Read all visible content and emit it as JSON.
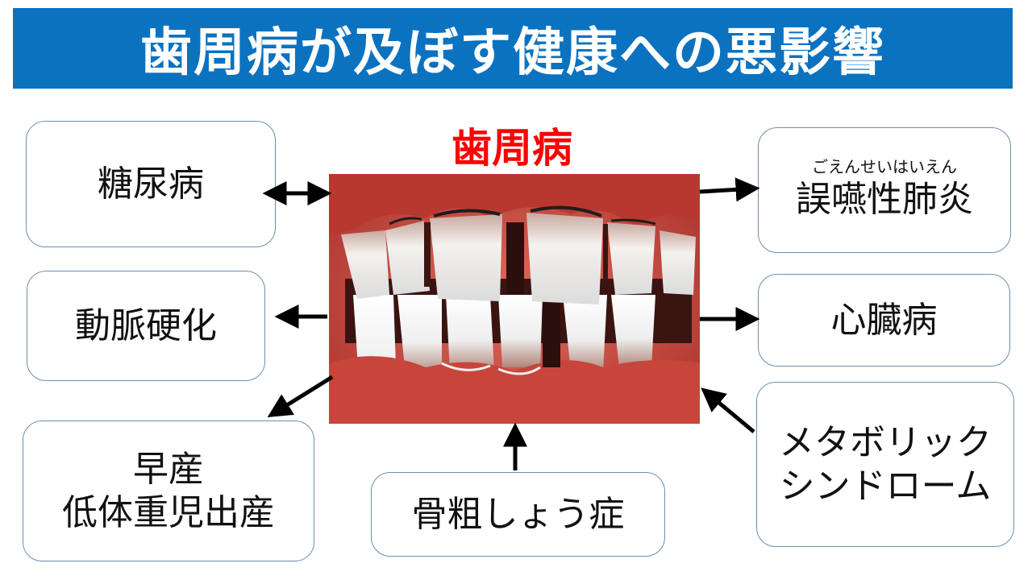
{
  "title": "歯周病が及ぼす健康への悪影響",
  "center_label": "歯周病",
  "boxes": {
    "diabetes": {
      "label": "糖尿病"
    },
    "arteriosclerosis": {
      "label": "動脈硬化"
    },
    "preterm": {
      "line1": "早産",
      "line2": "低体重児出産"
    },
    "osteoporosis": {
      "label": "骨粗しょう症"
    },
    "pneumonia": {
      "ruby": "ごえんせいはいえん",
      "label": "誤嚥性肺炎"
    },
    "heart": {
      "label": "心臓病"
    },
    "metabolic": {
      "line1": "メタボリック",
      "line2": "シンドローム"
    }
  },
  "colors": {
    "header_bg": "#0b72c0",
    "title_text": "#ffffff",
    "center_label": "#ff0000",
    "box_border": "#6d8fb0",
    "arrow": "#000000"
  },
  "photo": {
    "subject": "teeth-with-periodontal-disease"
  }
}
